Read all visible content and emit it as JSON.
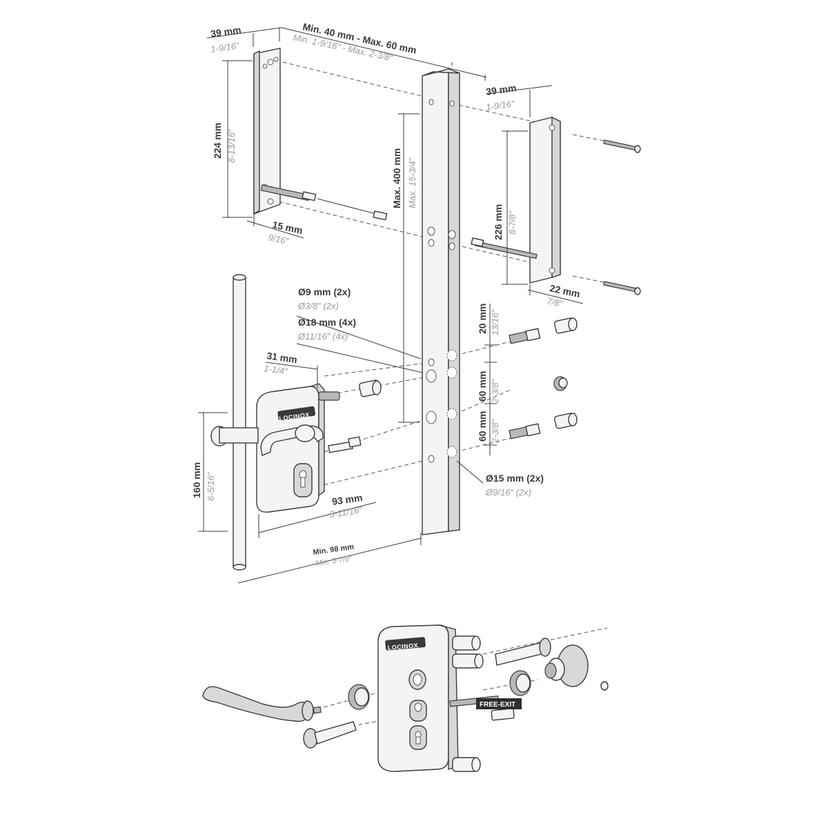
{
  "dimensions": {
    "top_bracket_width": {
      "mm": "39 mm",
      "inch": "1-9/16″"
    },
    "post_width": {
      "mm": "Min. 40 mm - Max. 60 mm",
      "inch": "Min. 1-9/16″ - Max. 2-3/8″"
    },
    "right_bracket_width": {
      "mm": "39 mm",
      "inch": "1-9/16″"
    },
    "left_bracket_height": {
      "mm": "224 mm",
      "inch": "8-13/16″"
    },
    "max_height": {
      "mm": "Max. 400 mm",
      "inch": "Max. 15-3/4″"
    },
    "right_bracket_height": {
      "mm": "226 mm",
      "inch": "8-7/8″"
    },
    "bracket_offset": {
      "mm": "15 mm",
      "inch": "9/16″"
    },
    "right_bracket_depth": {
      "mm": "22 mm",
      "inch": "7/8″"
    },
    "hole_9": {
      "mm": "Ø9 mm (2x)",
      "inch": "Ø3/8″ (2x)"
    },
    "hole_18": {
      "mm": "Ø18 mm (4x)",
      "inch": "Ø11/16″ (4x)"
    },
    "lock_width": {
      "mm": "31 mm",
      "inch": "1-1/4″"
    },
    "spacing_20": {
      "mm": "20 mm",
      "inch": "13/16″"
    },
    "spacing_60a": {
      "mm": "60 mm",
      "inch": "2-3/8″"
    },
    "spacing_60b": {
      "mm": "60 mm",
      "inch": "2-3/8″"
    },
    "lock_height": {
      "mm": "160 mm",
      "inch": "6-5/16″"
    },
    "hole_15": {
      "mm": "Ø15 mm (2x)",
      "inch": "Ø9/16″ (2x)"
    },
    "backset": {
      "mm": "93 mm",
      "inch": "3-11/16″"
    },
    "min_gap": {
      "mm": "Min. 98 mm",
      "inch": "Min. 3-7/8″"
    }
  },
  "brand": "LOCINOX",
  "free_exit_label": "FREE-EXIT"
}
